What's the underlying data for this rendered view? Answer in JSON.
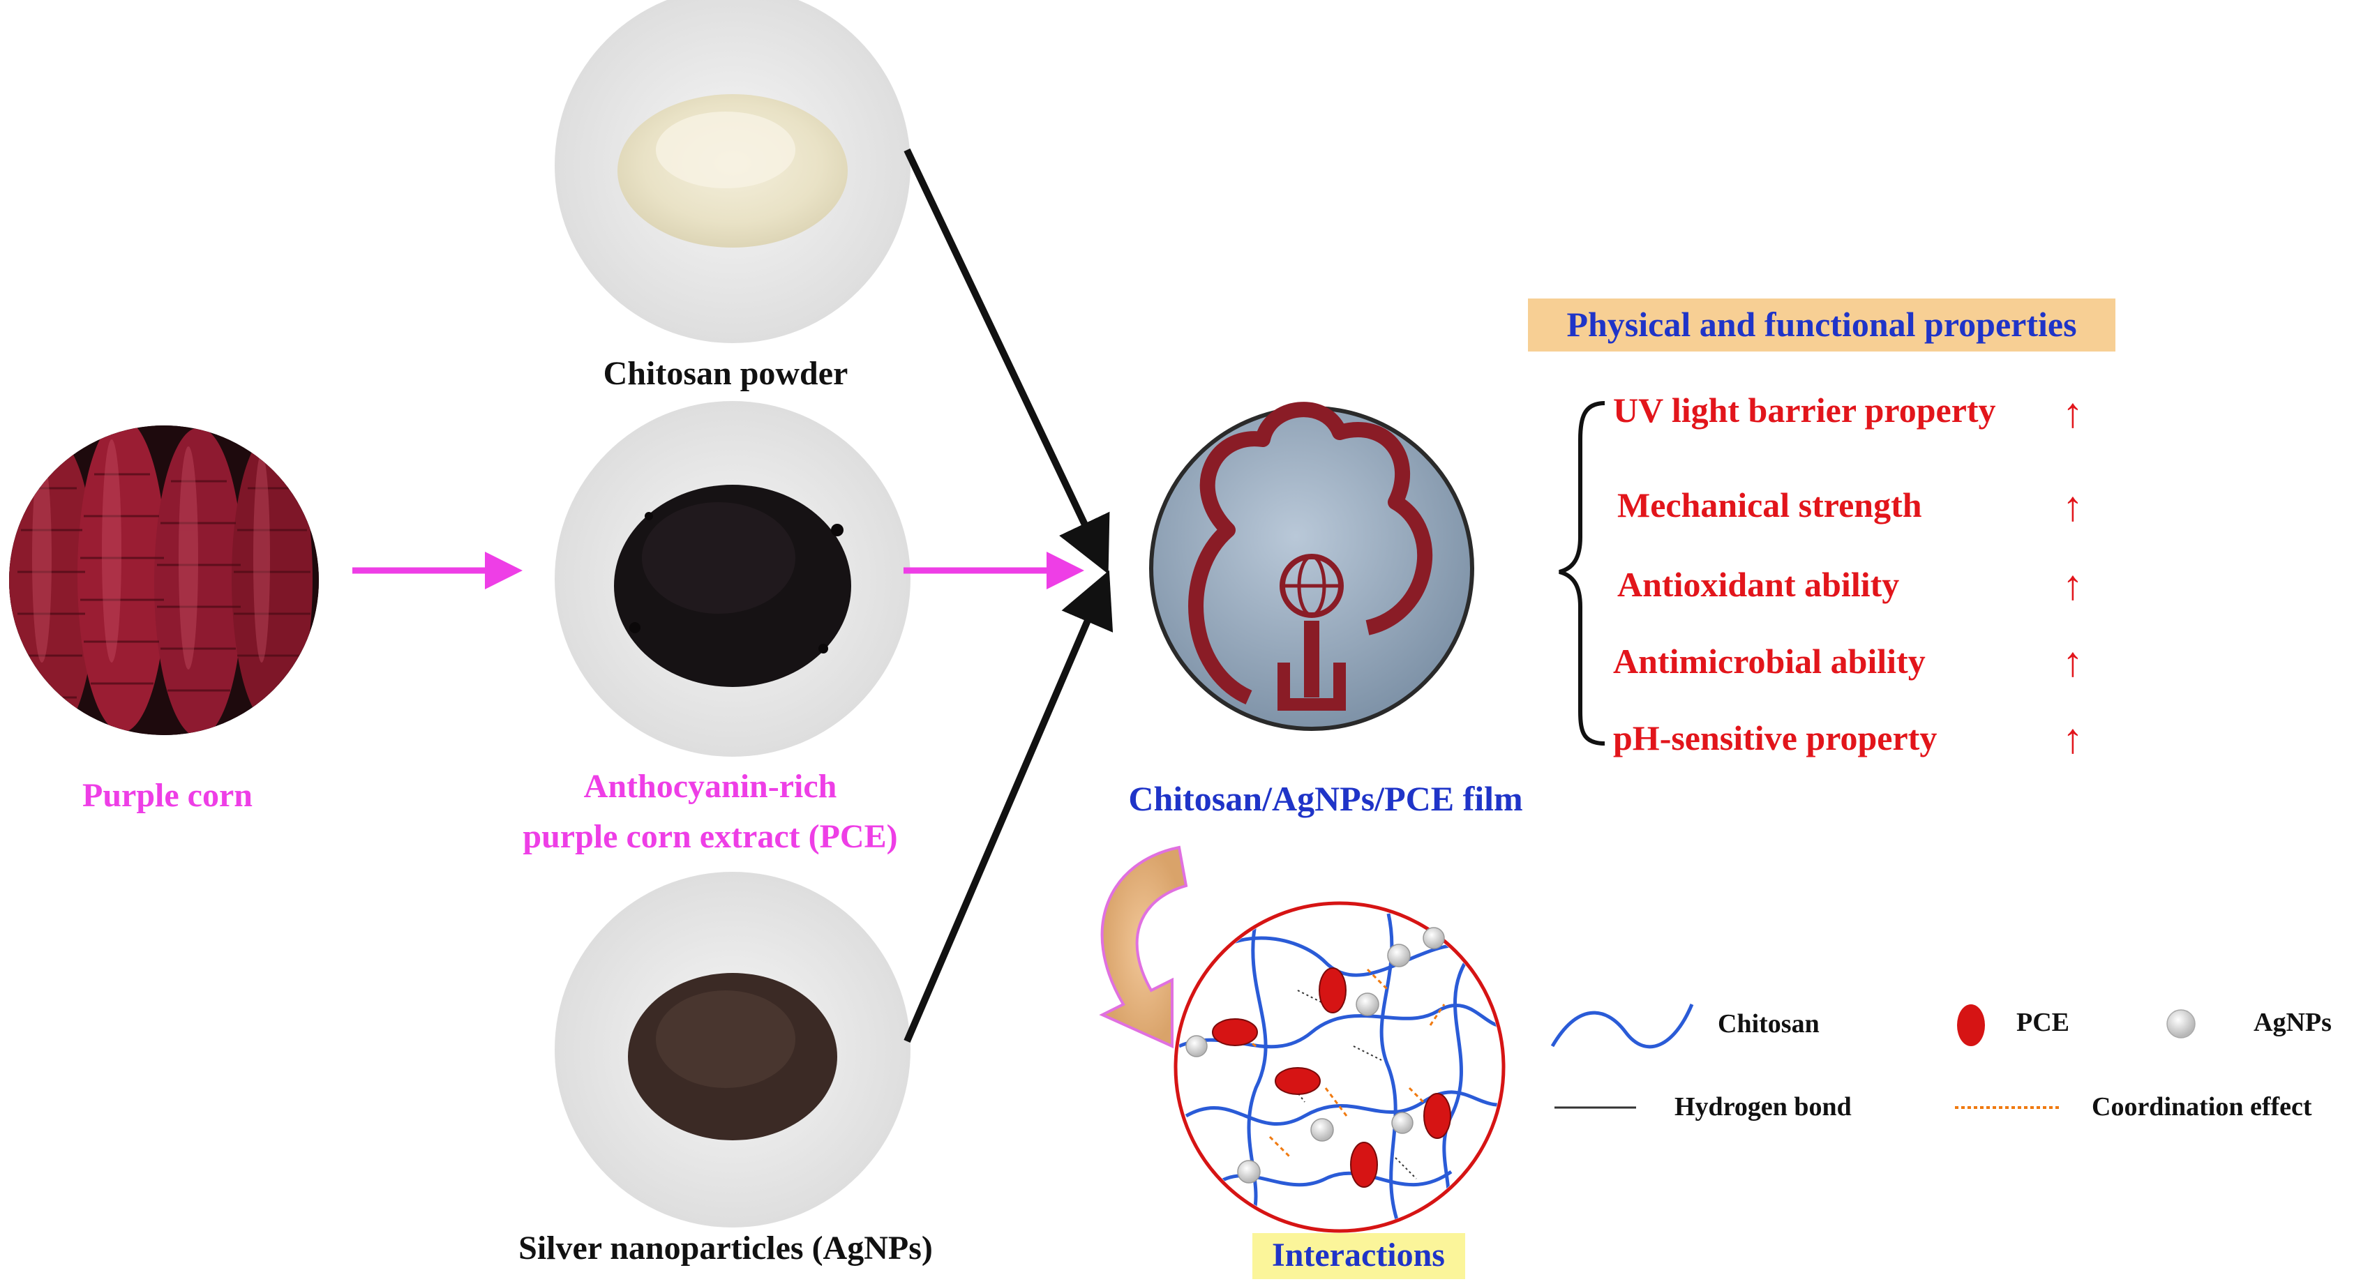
{
  "materials": {
    "chitosan_powder": "Chitosan powder",
    "purple_corn": "Purple corn",
    "pce_line1": "Anthocyanin-rich",
    "pce_line2": "purple corn extract (PCE)",
    "agnps": "Silver nanoparticles (AgNPs)"
  },
  "film": {
    "label": "Chitosan/AgNPs/PCE film"
  },
  "properties": {
    "header": "Physical and functional properties",
    "items": [
      "UV light barrier property",
      "Mechanical strength",
      "Antioxidant ability",
      "Antimicrobial ability",
      "pH-sensitive property"
    ],
    "arrow_symbol": "↑"
  },
  "interactions": {
    "label": "Interactions"
  },
  "legend": {
    "chitosan": "Chitosan",
    "pce": "PCE",
    "agnps": "AgNPs",
    "hydrogen_bond": "Hydrogen bond",
    "coordination_effect": "Coordination effect"
  },
  "colors": {
    "magenta_text": "#ee3ee6",
    "blue_text": "#1f34c8",
    "red_text": "#e2151b",
    "header_highlight": "#f7cf94",
    "interactions_highlight": "#fbf59a",
    "chitosan_line": "#2a5bd7",
    "pce_particle": "#d61414",
    "agnp_particle": "#dcdcdc",
    "coordination_line": "#f07a10"
  }
}
